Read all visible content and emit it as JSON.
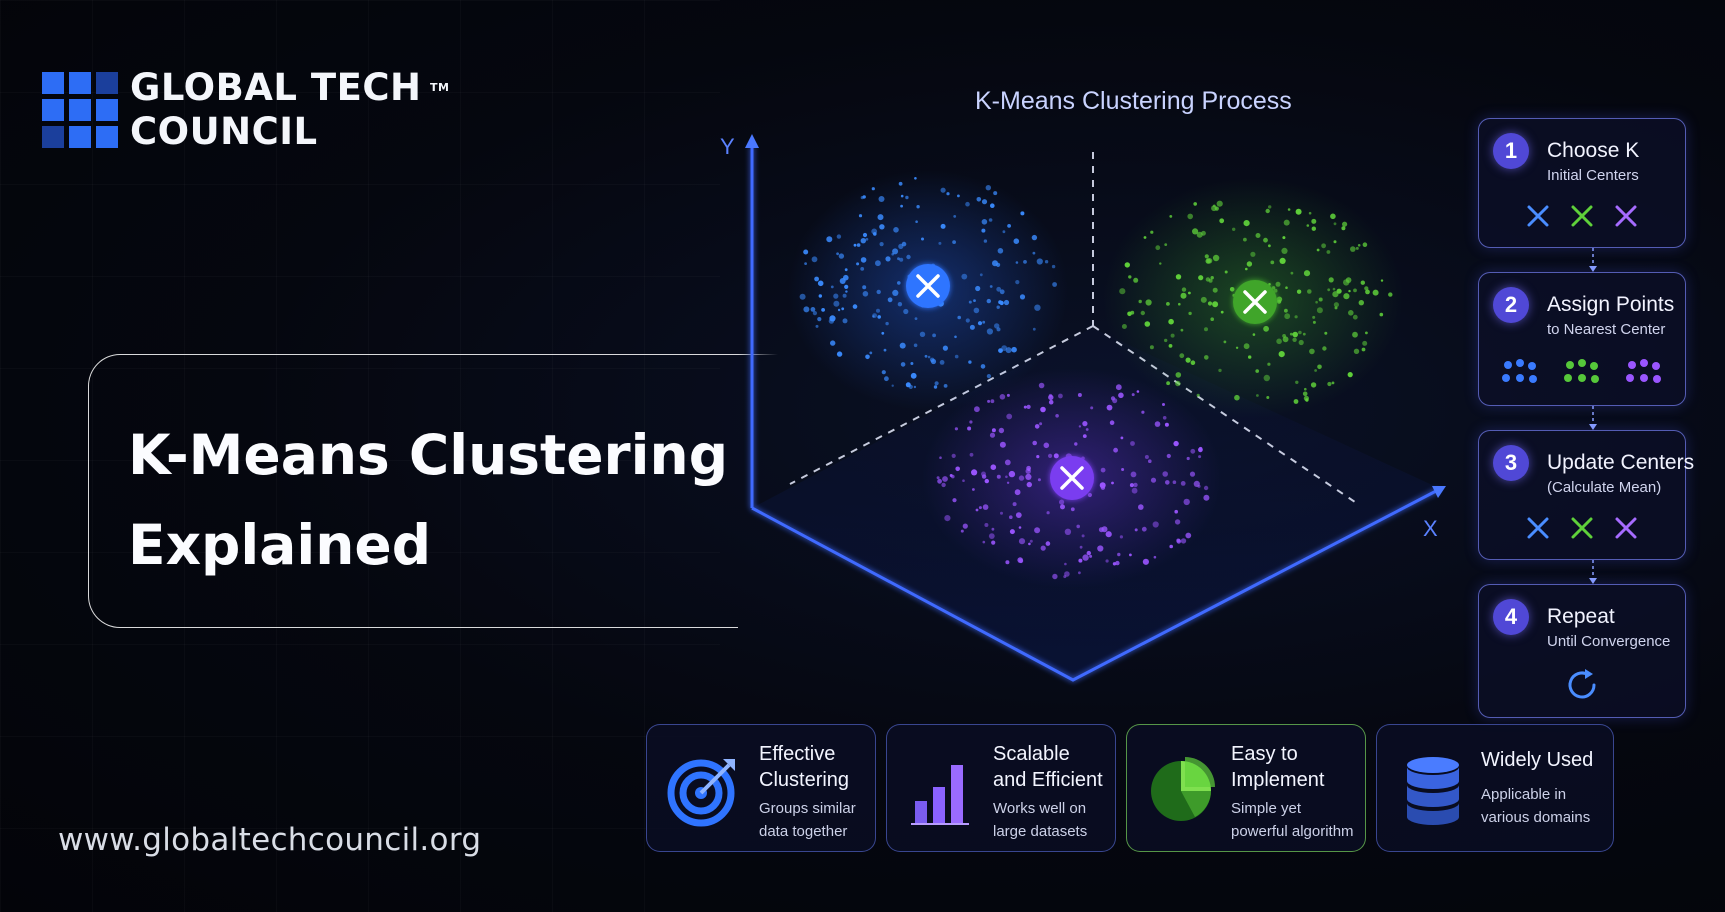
{
  "brand": {
    "line1": "GLOBAL TECH",
    "line2": "COUNCIL",
    "trademark": "TM",
    "url": "www.globaltechcouncil.org"
  },
  "hero": {
    "line1": "K-Means Clustering",
    "line2": "Explained"
  },
  "diagram": {
    "title": "K-Means Clustering Process",
    "y_axis_label": "Y",
    "x_axis_label": "X",
    "clusters": [
      {
        "color": "#3a8bff",
        "center_icon": "x-mark-icon"
      },
      {
        "color": "#5fd03a",
        "center_icon": "x-mark-icon"
      },
      {
        "color": "#9a55ff",
        "center_icon": "x-mark-icon"
      }
    ]
  },
  "steps": [
    {
      "number": "1",
      "title": "Choose K",
      "subtitle": "Initial Centers",
      "icons": "centroid-x-icons"
    },
    {
      "number": "2",
      "title": "Assign Points",
      "subtitle": "to Nearest Center",
      "icons": "dot-group-icons"
    },
    {
      "number": "3",
      "title": "Update Centers",
      "subtitle": "(Calculate Mean)",
      "icons": "centroid-x-icons"
    },
    {
      "number": "4",
      "title": "Repeat",
      "subtitle": "Until Convergence",
      "icons": "refresh-icon"
    }
  ],
  "features": [
    {
      "title1": "Effective",
      "title2": "Clustering",
      "sub1": "Groups similar",
      "sub2": "data together",
      "icon": "target-icon"
    },
    {
      "title1": "Scalable",
      "title2": "and Efficient",
      "sub1": "Works well on",
      "sub2": "large datasets",
      "icon": "bar-chart-icon"
    },
    {
      "title1": "Easy to",
      "title2": "Implement",
      "sub1": "Simple yet",
      "sub2": "powerful algorithm",
      "icon": "pie-chart-icon"
    },
    {
      "title1": "Widely Used",
      "title2": "",
      "sub1": "Applicable in",
      "sub2": "various domains",
      "icon": "database-icon"
    }
  ],
  "colors": {
    "blue": "#3a8bff",
    "green": "#5fd03a",
    "purple": "#9a55ff",
    "accent": "#5048d6"
  }
}
